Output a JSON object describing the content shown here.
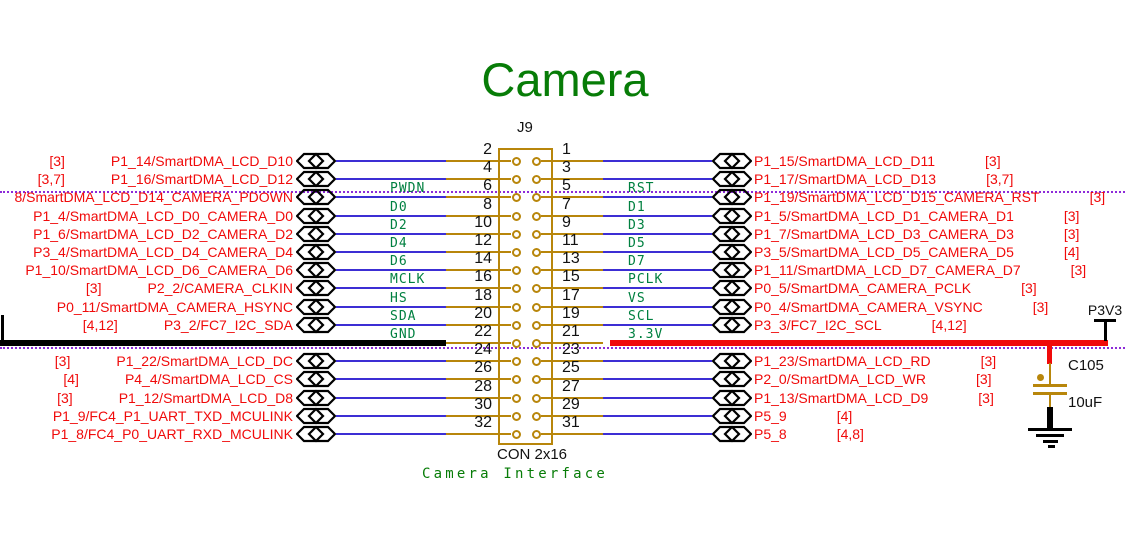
{
  "title": "Camera",
  "connector": {
    "ref": "J9",
    "type": "CON 2x16",
    "caption": "Camera Interface"
  },
  "power": {
    "rail": "P3V3",
    "cap_ref": "C105",
    "cap_value": "10uF"
  },
  "colors": {
    "label_red": "#f00a0a",
    "wire_blue": "#3c2ed4",
    "connector_tan": "#b8860b",
    "net_green": "#008040",
    "title_green": "#077c07",
    "dotted_purple": "#8d2bd9",
    "bus_black": "#000000",
    "bus_red": "#f00a0a"
  },
  "rows": [
    {
      "left_pin": "2",
      "right_pin": "1",
      "left": {
        "bracket": "[3]",
        "name": "P1_14/SmartDMA_LCD_D10"
      },
      "right": {
        "name": "P1_15/SmartDMA_LCD_D11",
        "bracket": "[3]"
      }
    },
    {
      "left_pin": "4",
      "right_pin": "3",
      "left": {
        "bracket": "[3,7]",
        "name": "P1_16/SmartDMA_LCD_D12"
      },
      "right": {
        "name": "P1_17/SmartDMA_LCD_D13",
        "bracket": "[3,7]"
      }
    },
    {
      "left_pin": "6",
      "right_pin": "5",
      "left": {
        "name": "8/SmartDMA_LCD_D14_CAMERA_PDOWN"
      },
      "right": {
        "name": "P1_19/SmartDMA_LCD_D15_CAMERA_RST",
        "bracket": "[3]"
      },
      "left_net": "PWDN",
      "right_net": "RST"
    },
    {
      "left_pin": "8",
      "right_pin": "7",
      "left": {
        "name": "P1_4/SmartDMA_LCD_D0_CAMERA_D0"
      },
      "right": {
        "name": "P1_5/SmartDMA_LCD_D1_CAMERA_D1",
        "bracket": "[3]"
      },
      "left_net": "D0",
      "right_net": "D1"
    },
    {
      "left_pin": "10",
      "right_pin": "9",
      "left": {
        "name": "P1_6/SmartDMA_LCD_D2_CAMERA_D2"
      },
      "right": {
        "name": "P1_7/SmartDMA_LCD_D3_CAMERA_D3",
        "bracket": "[3]"
      },
      "left_net": "D2",
      "right_net": "D3"
    },
    {
      "left_pin": "12",
      "right_pin": "11",
      "left": {
        "name": "P3_4/SmartDMA_LCD_D4_CAMERA_D4"
      },
      "right": {
        "name": "P3_5/SmartDMA_LCD_D5_CAMERA_D5",
        "bracket": "[4]"
      },
      "left_net": "D4",
      "right_net": "D5"
    },
    {
      "left_pin": "14",
      "right_pin": "13",
      "left": {
        "name": "P1_10/SmartDMA_LCD_D6_CAMERA_D6"
      },
      "right": {
        "name": "P1_11/SmartDMA_LCD_D7_CAMERA_D7",
        "bracket": "[3]"
      },
      "left_net": "D6",
      "right_net": "D7"
    },
    {
      "left_pin": "16",
      "right_pin": "15",
      "left": {
        "bracket": "[3]",
        "name": "P2_2/CAMERA_CLKIN"
      },
      "right": {
        "name": "P0_5/SmartDMA_CAMERA_PCLK",
        "bracket": "[3]"
      },
      "left_net": "MCLK",
      "right_net": "PCLK"
    },
    {
      "left_pin": "18",
      "right_pin": "17",
      "left": {
        "name": "P0_11/SmartDMA_CAMERA_HSYNC"
      },
      "right": {
        "name": "P0_4/SmartDMA_CAMERA_VSYNC",
        "bracket": "[3]"
      },
      "left_net": "HS",
      "right_net": "VS"
    },
    {
      "left_pin": "20",
      "right_pin": "19",
      "left": {
        "bracket": "[4,12]",
        "name": "P3_2/FC7_I2C_SDA"
      },
      "right": {
        "name": "P3_3/FC7_I2C_SCL",
        "bracket": "[4,12]"
      },
      "left_net": "SDA",
      "right_net": "SCL"
    },
    {
      "left_pin": "22",
      "right_pin": "21",
      "left_bus": "gnd",
      "right_bus": "v33",
      "left_net": "GND",
      "right_net": "3.3V"
    },
    {
      "left_pin": "24",
      "right_pin": "23",
      "left": {
        "bracket": "[3]",
        "name": "P1_22/SmartDMA_LCD_DC"
      },
      "right": {
        "name": "P1_23/SmartDMA_LCD_RD",
        "bracket": "[3]"
      }
    },
    {
      "left_pin": "26",
      "right_pin": "25",
      "left": {
        "bracket": "[4]",
        "name": "P4_4/SmartDMA_LCD_CS"
      },
      "right": {
        "name": "P2_0/SmartDMA_LCD_WR",
        "bracket": "[3]"
      }
    },
    {
      "left_pin": "28",
      "right_pin": "27",
      "left": {
        "bracket": "[3]",
        "name": "P1_12/SmartDMA_LCD_D8"
      },
      "right": {
        "name": "P1_13/SmartDMA_LCD_D9",
        "bracket": "[3]"
      }
    },
    {
      "left_pin": "30",
      "right_pin": "29",
      "left": {
        "name": "P1_9/FC4_P1_UART_TXD_MCULINK"
      },
      "right": {
        "name": "P5_9",
        "bracket": "[4]"
      }
    },
    {
      "left_pin": "32",
      "right_pin": "31",
      "left": {
        "name": "P1_8/FC4_P0_UART_RXD_MCULINK"
      },
      "right": {
        "name": "P5_8",
        "bracket": "[4,8]"
      }
    }
  ]
}
